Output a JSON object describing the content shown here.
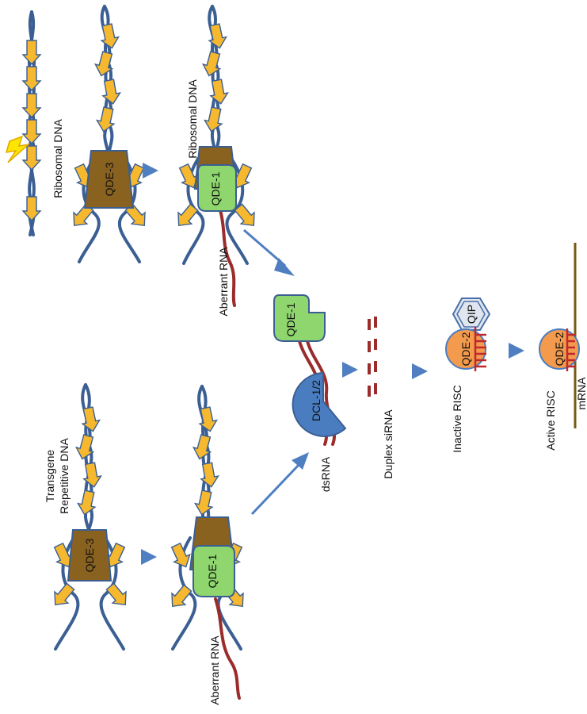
{
  "labels": {
    "ribosomal_dna_1": "Ribosomal DNA",
    "ribosomal_dna_2": "Ribosomal DNA",
    "transgene": "Transgene",
    "repetitive_dna": "Repetitive DNA",
    "aberrant_rna_1": "Aberrant RNA",
    "aberrant_rna_2": "Aberrant RNA",
    "dsrna": "dsRNA",
    "duplex_sirna": "Duplex siRNA",
    "inactive_risc": "Inactive RISC",
    "active_risc": "Active RISC",
    "mrna": "mRNA"
  },
  "proteins": {
    "qde3_a": "QDE-3",
    "qde3_b": "QDE-3",
    "qde1_a": "QDE-1",
    "qde1_b": "QDE-1",
    "qde1_c": "QDE-1",
    "dcl": "DCL-1/2",
    "qip": "QIP",
    "qde2_a": "QDE-2",
    "qde2_b": "QDE-2"
  },
  "colors": {
    "dna_strand": "#3b5f93",
    "dna_arrow": "#f5b82e",
    "qde3": "#8a6220",
    "qde1": "#8ed66d",
    "dcl": "#4a7dc0",
    "qde2": "#f39a4d",
    "qip": "#dfe6ef",
    "rna": "#9b2c2c",
    "flow_arrow": "#4f7fc1",
    "damage": "#ffe600",
    "mrna": "#7a5a12"
  },
  "icons": {
    "damage": "lightning-bolt-icon"
  }
}
